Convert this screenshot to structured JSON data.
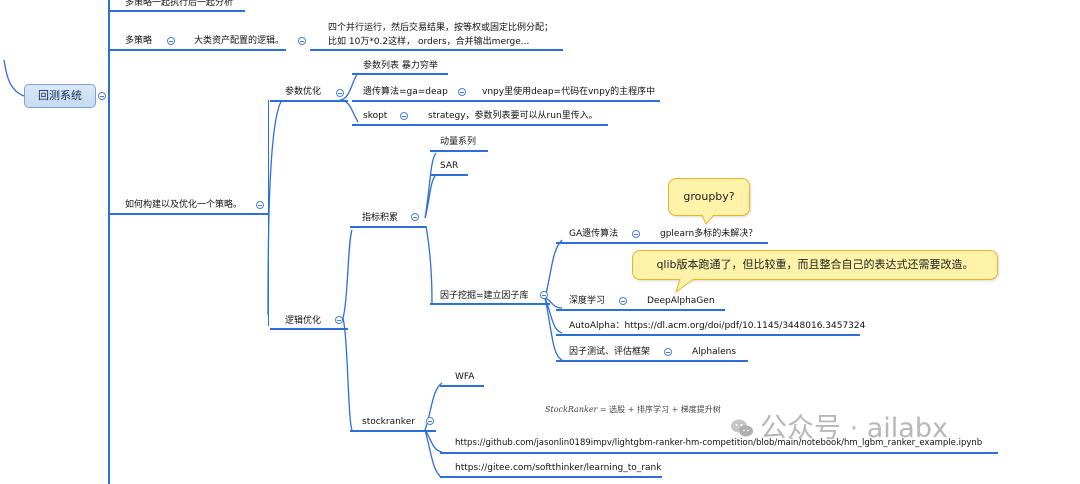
{
  "root": {
    "label": "回测系统"
  },
  "top_branches": [
    {
      "label": "多策略一起执行后一起分析"
    },
    {
      "label": "多策略",
      "child": "大类资产配置的逻辑。",
      "note_line1": "四个并行运行，然后交易结果，按等权或固定比例分配；",
      "note_line2": "比如 10万*0.2这样， orders，合并输出merge..."
    },
    {
      "label": "如何构建以及优化一个策略。"
    }
  ],
  "param_opt": {
    "label": "参数优化",
    "items": [
      {
        "label": "参数列表 暴力穷举"
      },
      {
        "label": "遗传算法=ga=deap",
        "child": "vnpy里使用deap=代码在vnpy的主程序中"
      },
      {
        "label": "skopt",
        "child": "strategy，参数列表要可以从run里传入。"
      }
    ]
  },
  "logic_opt": {
    "label": "逻辑优化",
    "indicators": {
      "label": "指标积累",
      "items": [
        "动量系列",
        "SAR"
      ]
    },
    "factor_mining": {
      "label": "因子挖掘=建立因子库",
      "ga": {
        "label": "GA遗传算法",
        "child": "gplearn多标的未解决？"
      },
      "dl": {
        "label": "深度学习",
        "child": "DeepAlphaGen"
      },
      "autoalpha": {
        "label": "AutoAlpha：https://dl.acm.org/doi/pdf/10.1145/3448016.3457324"
      },
      "eval": {
        "label": "因子测试、评估框架",
        "child": "Alphalens"
      }
    },
    "stockranker": {
      "label": "stockranker",
      "items": [
        {
          "label": "WFA"
        },
        {
          "label": "https://github.com/jasonlin0189impv/lightgbm-ranker-hm-competition/blob/main/notebook/hm_lgbm_ranker_example.ipynb"
        },
        {
          "label": "https://gitee.com/softthinker/learning_to_rank"
        }
      ],
      "formula_lhs": "StockRanker",
      "formula_rhs": "= 选股 + 排序学习 + 梯度提升树"
    }
  },
  "callouts": [
    {
      "text": "groupby?"
    },
    {
      "text": "qlib版本跑通了，但比较重，而且整合自己的表达式还需要改造。"
    }
  ],
  "watermark": {
    "text": "公众号 · ailabx",
    "icon": "wechat-icon"
  },
  "colors": {
    "line": "#2c6fd8",
    "callout_fill": "#fef3a8",
    "callout_border": "#e9b523",
    "root_fill": "#c7daf1"
  }
}
